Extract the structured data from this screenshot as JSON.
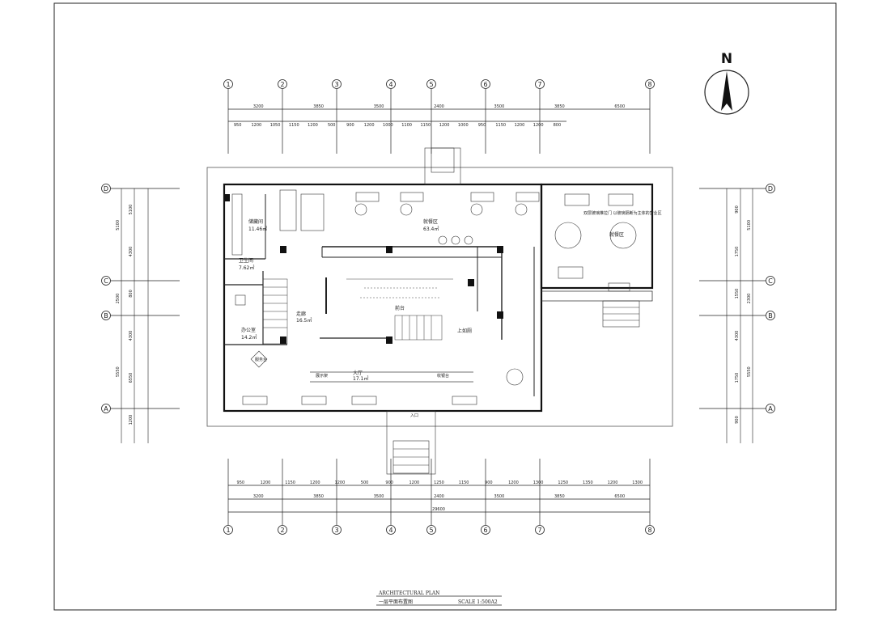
{
  "compass": {
    "label": "N"
  },
  "axes": {
    "columns": [
      "1",
      "2",
      "3",
      "4",
      "5",
      "6",
      "7",
      "8"
    ],
    "rows_left": [
      "D",
      "C",
      "B",
      "A"
    ],
    "rows_right": [
      "D",
      "C",
      "B",
      "A"
    ]
  },
  "dimensions": {
    "top_major": [
      "3200",
      "3850",
      "3500",
      "2400",
      "3500",
      "3850",
      "6500"
    ],
    "top_sub": [
      "950",
      "1200",
      "1050",
      "1150",
      "1200",
      "500",
      "900",
      "1200",
      "1000",
      "1100",
      "1150",
      "1200",
      "1000",
      "950",
      "1150",
      "1200",
      "1200",
      "800"
    ],
    "bottom_major": [
      "3200",
      "3850",
      "3500",
      "2400",
      "3500",
      "3850",
      "6500"
    ],
    "bottom_total": "29600",
    "bottom_sub": [
      "950",
      "1200",
      "1150",
      "1200",
      "1200",
      "500",
      "900",
      "1200",
      "1250",
      "1150",
      "900",
      "1200",
      "1300",
      "1250",
      "1350",
      "1200",
      "1300"
    ],
    "left_outer": [
      "5100",
      "2500",
      "5550"
    ],
    "left_inner": [
      "5100",
      "4300",
      "800",
      "4300",
      "6550",
      "1200"
    ],
    "right_inner": [
      "900",
      "1750",
      "1550",
      "4300",
      "1750",
      "900"
    ],
    "right_outer": [
      "5100",
      "2300",
      "5550"
    ]
  },
  "rooms": [
    {
      "name": "储藏间",
      "area": "11.46㎡"
    },
    {
      "name": "办公室",
      "area": "14.2㎡"
    },
    {
      "name": "就餐区",
      "area": "63.4㎡"
    },
    {
      "name": "大厅",
      "area": "17.1㎡"
    },
    {
      "name": "卫生间",
      "area": "7.62㎡"
    },
    {
      "name": "走廊",
      "area": "16.5㎡"
    },
    {
      "name": "上如厕",
      "area": ""
    }
  ],
  "labels": {
    "dining_zone": "就餐区",
    "stair_note": "上如厕",
    "front_desk": "前台",
    "counter": "收银台",
    "display": "展示架",
    "service": "服务台",
    "window_note": "双层玻璃推拉门\n以玻璃隔断为主体的营业区",
    "entrance": "入口"
  },
  "title_block": {
    "heading": "ARCHITECTURAL PLAN",
    "subtitle": "一层平面布置图",
    "scale": "SCALE 1:500A2"
  }
}
